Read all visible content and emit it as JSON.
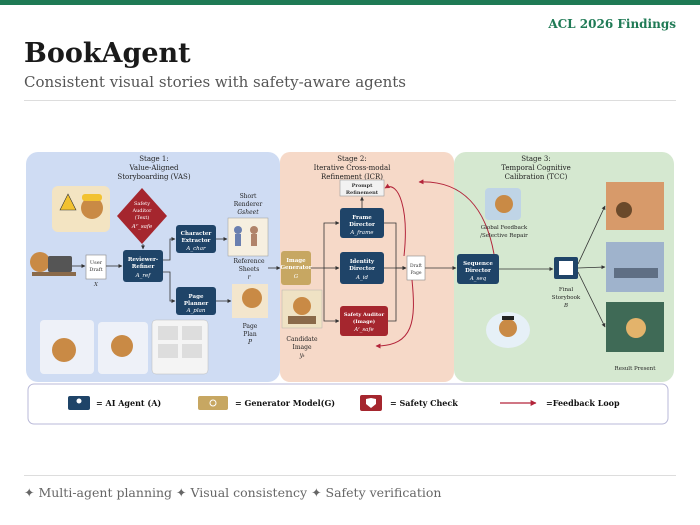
{
  "header": {
    "venue": "ACL 2026 Findings",
    "title": "BookAgent",
    "subtitle": "Consistent visual stories with safety-aware agents"
  },
  "footer": {
    "tagline": "✦ Multi-agent planning ✦ Visual consistency ✦ Safety verification"
  },
  "colors": {
    "accent": "#1f7a55",
    "stage1_bg": "#cfdcf3",
    "stage2_bg": "#f6d9c8",
    "stage3_bg": "#d5e8d0",
    "agent_box": "#1f4468",
    "generator_box": "#c7a762",
    "safety_box": "#a5262e",
    "feedback": "#b3243a"
  },
  "stages": {
    "s1": {
      "l1": "Stage 1:",
      "l2": "Value-Aligned",
      "l3": "Storyboarding (VAS)"
    },
    "s2": {
      "l1": "Stage 2:",
      "l2": "Iterative Cross-modal",
      "l3": "Refinement (ICR)"
    },
    "s3": {
      "l1": "Stage 3:",
      "l2": "Temporal Cognitive",
      "l3": "Calibration (TCC)"
    }
  },
  "nodes": {
    "safety_text": {
      "l1": "Safety",
      "l2": "Auditor",
      "l3": "(Text)",
      "sym": "Aᵀ_safe"
    },
    "user_draft": {
      "l1": "User",
      "l2": "Draft",
      "sym": "X"
    },
    "reviewer": {
      "l1": "Reviewer-",
      "l2": "Refiner",
      "sym": "A_ref"
    },
    "char_extractor": {
      "l1": "Character",
      "l2": "Extractor",
      "sym": "A_char"
    },
    "page_planner": {
      "l1": "Page",
      "l2": "Planner",
      "sym": "A_plan"
    },
    "short_renderer": {
      "l1": "Short",
      "l2": "Renderer",
      "sym": "Gsheet"
    },
    "ref_sheets": {
      "l1": "Reference",
      "l2": "Sheets",
      "sym": "r"
    },
    "page_plan": {
      "l1": "Page",
      "l2": "Plan",
      "sym": "P"
    },
    "image_gen": {
      "l1": "Image",
      "l2": "Generator",
      "sym": "G"
    },
    "candidate": {
      "l1": "Candidate",
      "l2": "Image",
      "sym": "yₜ"
    },
    "prompt_ref": {
      "l1": "Prompt",
      "l2": "Refinement"
    },
    "frame_dir": {
      "l1": "Frame",
      "l2": "Director",
      "sym": "A_frame"
    },
    "identity_dir": {
      "l1": "Identity",
      "l2": "Director",
      "sym": "A_id"
    },
    "safety_img": {
      "l1": "Safety Auditor",
      "l2": "(Image)",
      "sym": "Aᴵ_safe"
    },
    "draft_page": {
      "l1": "Draft",
      "l2": "Page"
    },
    "global_fb": {
      "l1": "Global Feedback",
      "l2": "/Selective Repair"
    },
    "sequence_dir": {
      "l1": "Sequence",
      "l2": "Director",
      "sym": "A_seq"
    },
    "final": {
      "l1": "Final",
      "l2": "Storybook",
      "sym": "B"
    },
    "result": {
      "l1": "Result Present"
    }
  },
  "legend": {
    "agent": "= AI Agent (A)",
    "generator": "= Generator Model(G)",
    "safety": "=  Safety Check",
    "feedback": "=Feedback Loop"
  }
}
